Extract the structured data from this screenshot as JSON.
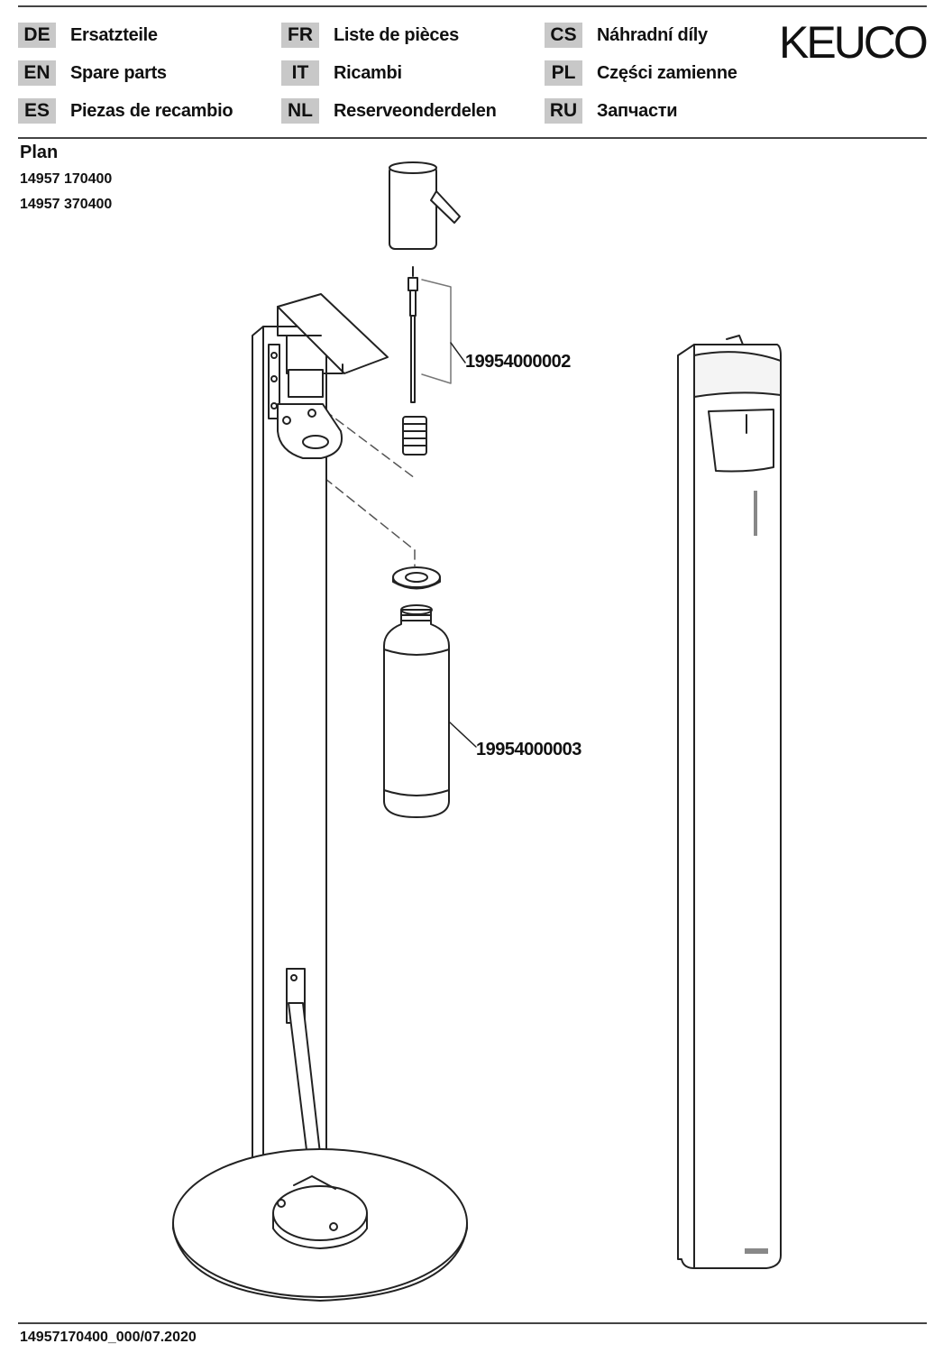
{
  "brand": "KEUCO",
  "languages": [
    {
      "code": "DE",
      "label": "Ersatzteile"
    },
    {
      "code": "EN",
      "label": "Spare parts"
    },
    {
      "code": "ES",
      "label": "Piezas de recambio"
    },
    {
      "code": "FR",
      "label": "Liste de pièces"
    },
    {
      "code": "IT",
      "label": "Ricambi"
    },
    {
      "code": "NL",
      "label": "Reserveonderdelen"
    },
    {
      "code": "CS",
      "label": "Náhradní díly"
    },
    {
      "code": "PL",
      "label": "Części zamienne"
    },
    {
      "code": "RU",
      "label": "Запчасти"
    }
  ],
  "product": {
    "name": "Plan",
    "article_numbers": [
      "14957 170400",
      "14957 370400"
    ]
  },
  "parts": [
    {
      "number": "19954000002"
    },
    {
      "number": "19954000003"
    }
  ],
  "footer": "14957170400_000/07.2020"
}
